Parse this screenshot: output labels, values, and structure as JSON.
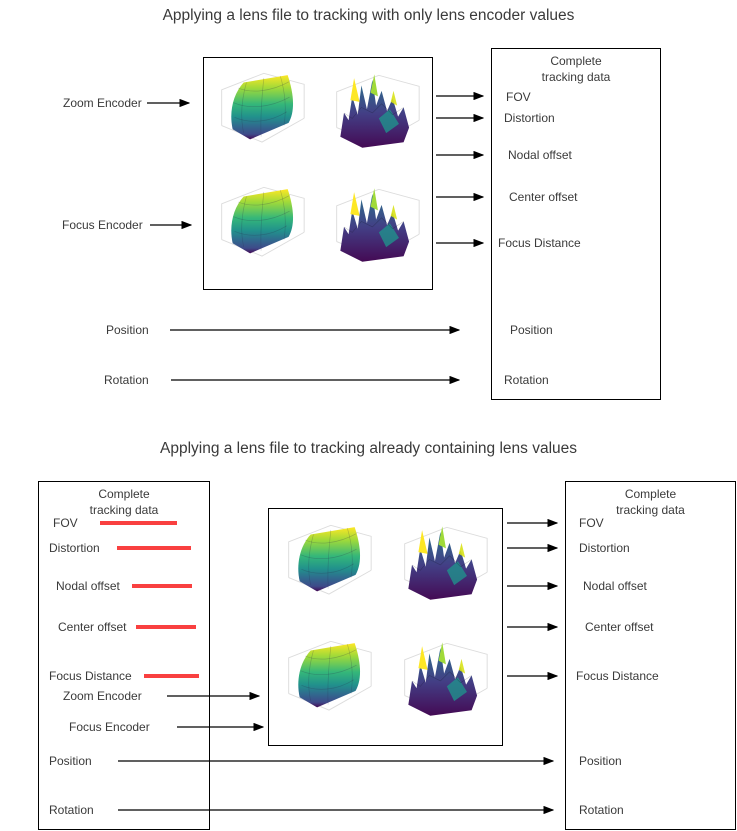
{
  "top": {
    "title": "Applying a lens file to tracking with only lens encoder values",
    "zoom_encoder_label": "Zoom Encoder",
    "focus_encoder_label": "Focus Encoder",
    "position_label": "Position",
    "rotation_label": "Rotation",
    "tracking_box": {
      "title": "Complete tracking data",
      "items": [
        "FOV",
        "Distortion",
        "Nodal offset",
        "Center offset",
        "Focus Distance",
        "Position",
        "Rotation"
      ]
    }
  },
  "bottom": {
    "title": "Applying a lens file to tracking already containing lens values",
    "left_box": {
      "title": "Complete tracking data",
      "items": [
        "FOV",
        "Distortion",
        "Nodal offset",
        "Center offset",
        "Focus Distance",
        "Zoom Encoder",
        "Focus Encoder",
        "Position",
        "Rotation"
      ]
    },
    "right_box": {
      "title": "Complete tracking data",
      "items": [
        "FOV",
        "Distortion",
        "Nodal offset",
        "Center offset",
        "Focus Distance",
        "Position",
        "Rotation"
      ]
    }
  },
  "colors": {
    "strike_red": "#f94040",
    "arrow_black": "#000000",
    "viridis_palette": [
      "#440a54",
      "#3e4a89",
      "#31688e",
      "#21918c",
      "#35b779",
      "#a0da39",
      "#fde725"
    ]
  }
}
